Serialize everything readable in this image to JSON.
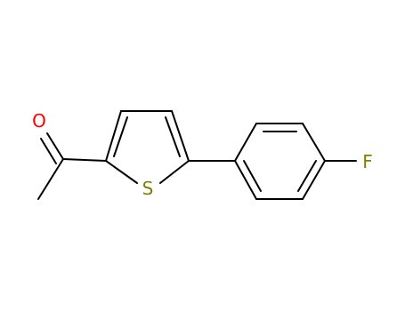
{
  "molecule": {
    "atoms": {
      "oxygen": {
        "symbol": "O",
        "color": "#ff0000"
      },
      "sulfur": {
        "symbol": "S",
        "color": "#808000"
      },
      "fluorine": {
        "symbol": "F",
        "color": "#808000"
      }
    }
  }
}
